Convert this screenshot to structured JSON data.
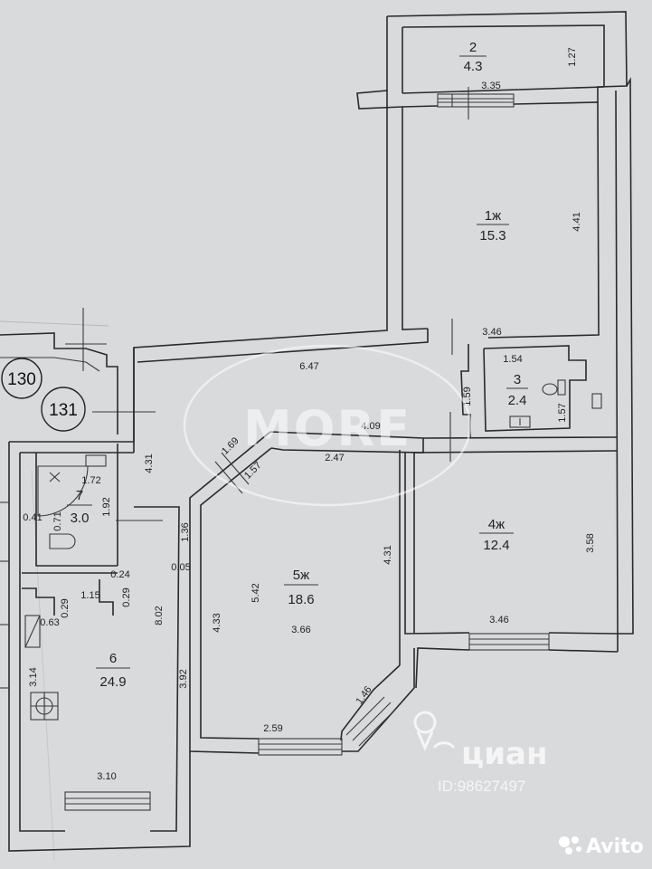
{
  "flats": {
    "left": "130",
    "current": "131"
  },
  "rooms": [
    {
      "id": "room-2",
      "number": "2",
      "area": "4.3"
    },
    {
      "id": "room-1",
      "number": "1ж",
      "area": "15.3"
    },
    {
      "id": "room-3",
      "number": "3",
      "area": "2.4"
    },
    {
      "id": "room-4",
      "number": "4ж",
      "area": "12.4"
    },
    {
      "id": "room-5",
      "number": "5ж",
      "area": "18.6"
    },
    {
      "id": "room-7",
      "number": "7",
      "area": "3.0"
    },
    {
      "id": "room-6",
      "number": "6",
      "area": "24.9"
    }
  ],
  "dimensions": [
    "1.27",
    "3.35",
    "4.41",
    "3.46",
    "6.47",
    "1.54",
    "1.59",
    "1.57",
    "4.09",
    "1.69",
    "1.57",
    "2.47",
    "4.31",
    "1.72",
    "1.92",
    "0.71",
    "0.41",
    "1.36",
    "0.05",
    "0.24",
    "0.29",
    "1.15",
    "0.29",
    "0.63",
    "8.02",
    "4.31",
    "5.42",
    "4.33",
    "3.66",
    "3.58",
    "3.46",
    "3.14",
    "3.92",
    "1.46",
    "2.59",
    "3.10"
  ],
  "watermarks": {
    "agency": "MORE",
    "cian_brand": "циан",
    "cian_id": "ID:98627497",
    "avito_brand": "Avito"
  },
  "colors": {
    "paper": "#d9dadc",
    "lines": "#2a2a2a"
  }
}
